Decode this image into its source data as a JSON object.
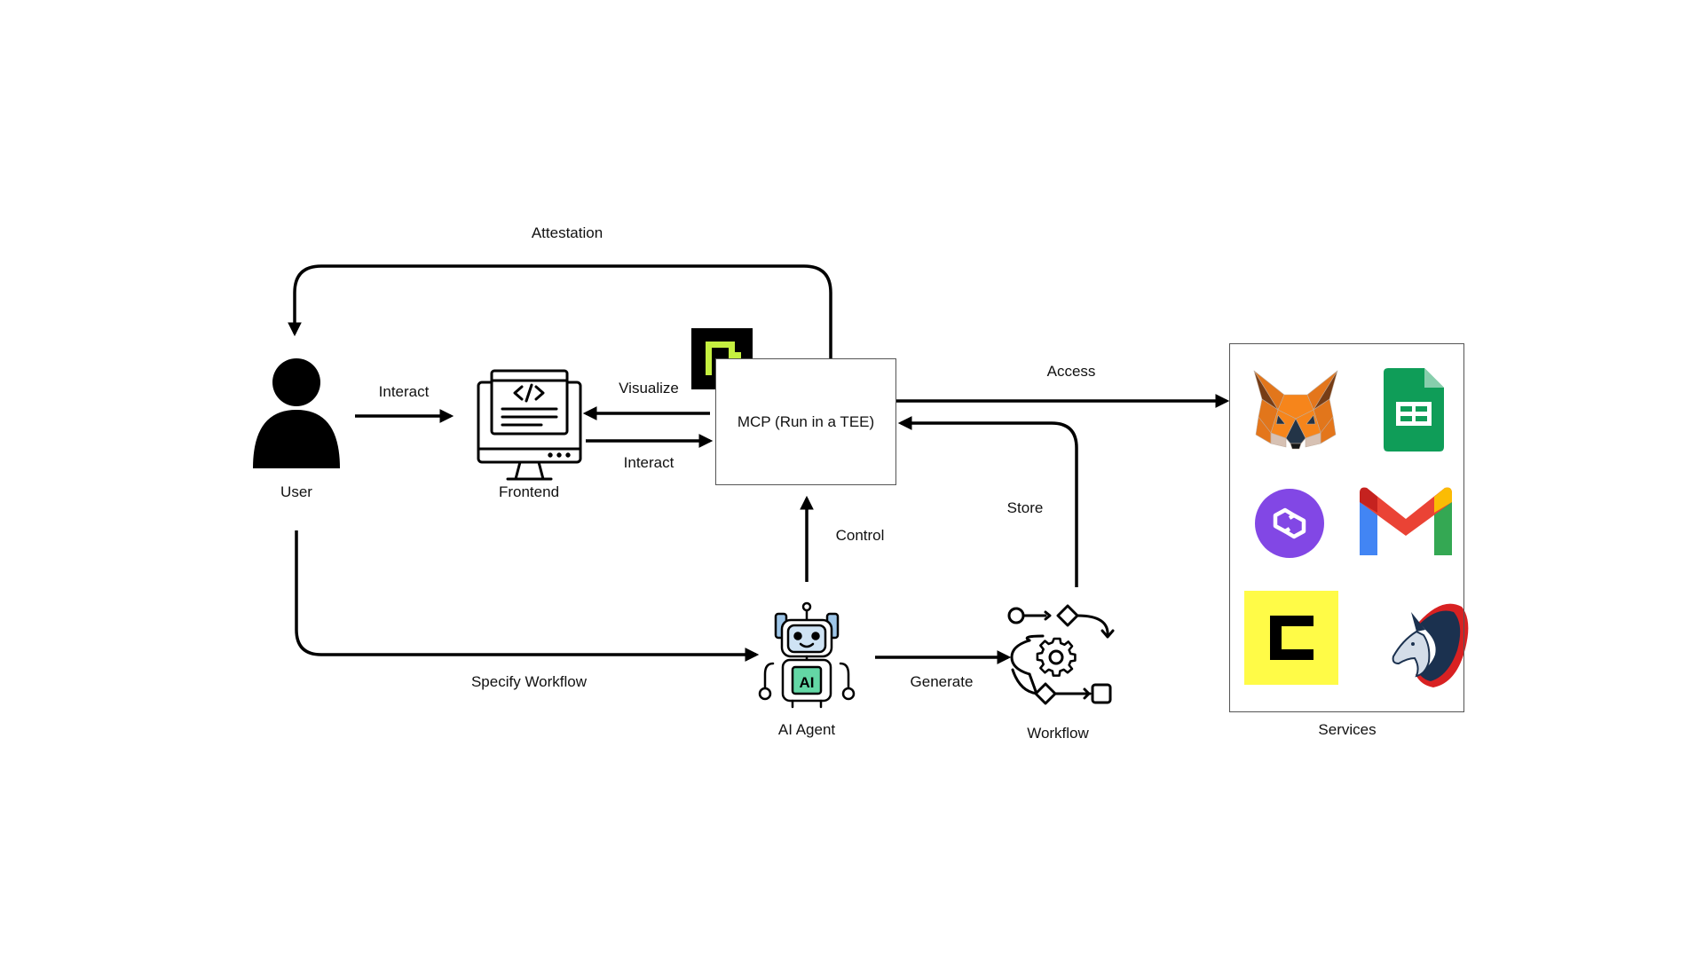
{
  "nodes": {
    "user": "User",
    "frontend": "Frontend",
    "mcp": "MCP (Run in a TEE)",
    "ai_agent": "AI Agent",
    "workflow": "Workflow",
    "services": "Services"
  },
  "edges": {
    "attestation": "Attestation",
    "interact_user_frontend": "Interact",
    "visualize": "Visualize",
    "interact_frontend_mcp": "Interact",
    "access": "Access",
    "store": "Store",
    "control": "Control",
    "specify_workflow": "Specify Workflow",
    "generate": "Generate"
  },
  "icons": {
    "user": "user-silhouette-icon",
    "frontend": "code-monitor-icon",
    "mcp_badge": "phala-logo-icon",
    "ai_agent": "ai-robot-icon",
    "workflow": "workflow-gear-icon",
    "services": [
      "metamask-icon",
      "google-sheets-icon",
      "polygon-icon",
      "gmail-icon",
      "coinbase-icon",
      "1inch-icon"
    ]
  },
  "colors": {
    "badge_bg": "#000000",
    "badge_fg": "#C5F040",
    "sheets": "#0F9D58",
    "polygon": "#8247E5",
    "coinbase_bg": "#FFFB47"
  }
}
